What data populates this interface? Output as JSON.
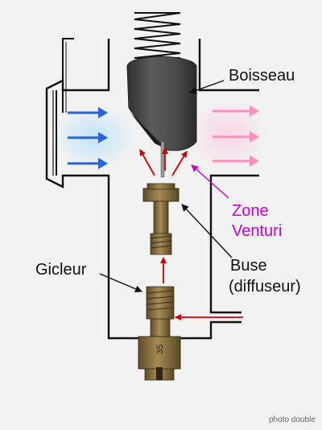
{
  "labels": {
    "boisseau": "Boisseau",
    "zone_line1": "Zone",
    "zone_line2": "Venturi",
    "buse_line1": "Buse",
    "buse_line2": "(diffuseur)",
    "gicleur": "Gicleur",
    "jet_marking": "35",
    "credit": "photo double"
  },
  "colors": {
    "background": "#f2f2f2",
    "outline": "#111111",
    "intake_arrow": "#2a63d8",
    "intake_mist": "#bfe3f7",
    "outlet_arrow": "#ff8fbf",
    "outlet_mist": "#fbd3e4",
    "fuel_arrow": "#cc0000",
    "zone_text": "#cc00cc",
    "zone_pointer": "#cc00cc",
    "label_text": "#111111",
    "slide": "#4a4a4a",
    "brass": "#8c7442"
  },
  "icons": {
    "spring": "coil-spring-icon",
    "slide": "throttle-slide-icon",
    "needle_jet": "needle-jet-icon",
    "main_jet": "main-jet-icon"
  }
}
